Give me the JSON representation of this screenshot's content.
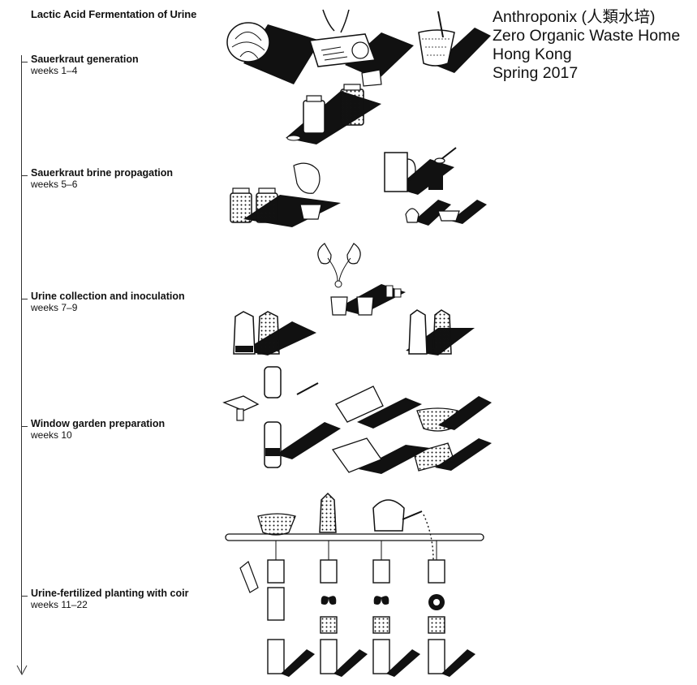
{
  "title": "Lactic Acid Fermentation of Urine",
  "info": {
    "line1": "Anthroponix (人類水培)",
    "line2": "Zero Organic Waste Home",
    "line3": "Hong Kong",
    "line4": "Spring 2017"
  },
  "steps": [
    {
      "label": "Sauerkraut generation",
      "weeks": "weeks 1–4"
    },
    {
      "label": "Sauerkraut brine propagation",
      "weeks": "weeks 5–6"
    },
    {
      "label": "Urine collection and inoculation",
      "weeks": "weeks 7–9"
    },
    {
      "label": "Window garden preparation",
      "weeks": "weeks 10"
    },
    {
      "label": "Urine-fertilized planting with coir",
      "weeks": "weeks 11–22"
    }
  ],
  "illustrations": [
    "cabbage",
    "chopping-board",
    "mixing-bowl",
    "glass-jar",
    "brine-jar",
    "pitcher",
    "spoon",
    "salt-shaker",
    "small-bowl",
    "kidneys",
    "urine-cups",
    "gallon-jug",
    "bottle",
    "drill",
    "knife",
    "paper-roll",
    "coir-bowl",
    "plastic-box",
    "coir-brick",
    "shelf",
    "watering-can",
    "hanging-planter",
    "trowel",
    "plant"
  ]
}
